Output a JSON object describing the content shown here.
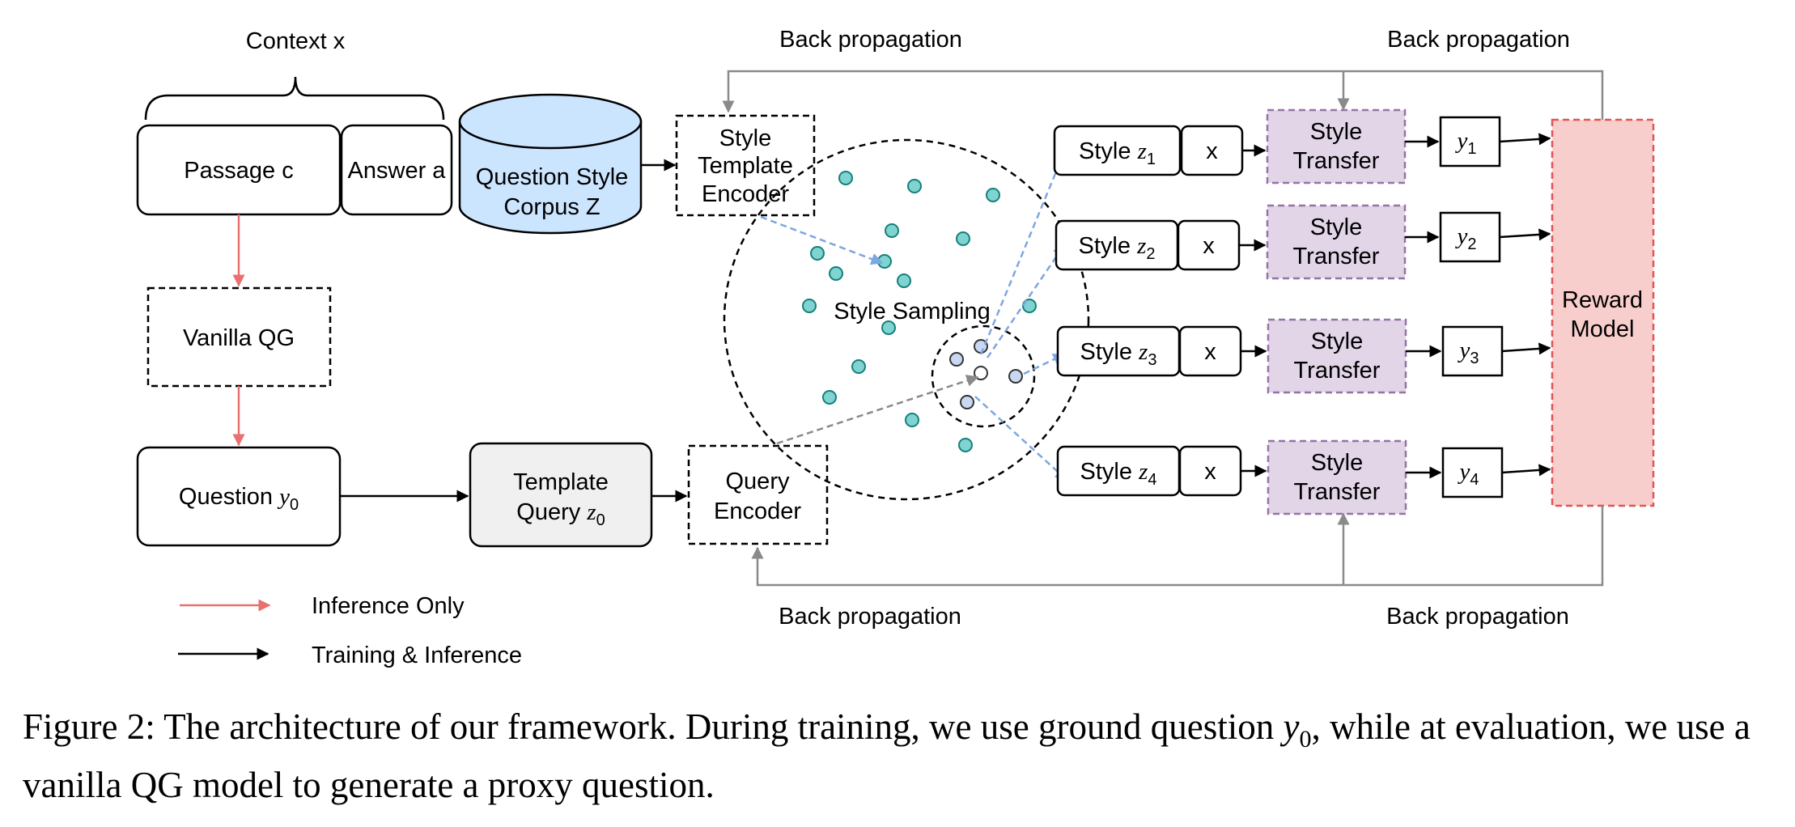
{
  "figure": {
    "context_label": "Context x",
    "passage": "Passage c",
    "answer": "Answer a",
    "corpus_line1": "Question Style",
    "corpus_line2": "Corpus Z",
    "vanilla_qg": "Vanilla QG",
    "question_label": "Question",
    "question_var": "y",
    "question_sub": "0",
    "template_query_line1": "Template",
    "template_query_line2": "Query",
    "template_query_var": "z",
    "template_query_sub": "0",
    "query_encoder_line1": "Query",
    "query_encoder_line2": "Encoder",
    "style_encoder_line1": "Style",
    "style_encoder_line2": "Template",
    "style_encoder_line3": "Encoder",
    "style_sampling": "Style Sampling",
    "backprop_label": "Back propagation",
    "reward_line1": "Reward",
    "reward_line2": "Model",
    "branches": [
      {
        "style_word": "Style",
        "z_var": "z",
        "z_sub": "1",
        "x": "x",
        "transfer1": "Style",
        "transfer2": "Transfer",
        "y_var": "y",
        "y_sub": "1"
      },
      {
        "style_word": "Style",
        "z_var": "z",
        "z_sub": "2",
        "x": "x",
        "transfer1": "Style",
        "transfer2": "Transfer",
        "y_var": "y",
        "y_sub": "2"
      },
      {
        "style_word": "Style",
        "z_var": "z",
        "z_sub": "3",
        "x": "x",
        "transfer1": "Style",
        "transfer2": "Transfer",
        "y_var": "y",
        "y_sub": "3"
      },
      {
        "style_word": "Style",
        "z_var": "z",
        "z_sub": "4",
        "x": "x",
        "transfer1": "Style",
        "transfer2": "Transfer",
        "y_var": "y",
        "y_sub": "4"
      }
    ],
    "legend": [
      {
        "label": "Inference Only",
        "color": "#e8706e"
      },
      {
        "label": "Training & Inference",
        "color": "#000000"
      }
    ],
    "colors": {
      "corpus_fill": "#cce5ff",
      "style_transfer_fill": "#e1d5e7",
      "style_transfer_border": "#9673a6",
      "reward_fill": "#f8cecc",
      "reward_border": "#e05555",
      "template_fill": "#f0f0f0",
      "dot_fill": "#7fd3d1",
      "dot_stroke": "#15807a",
      "blue_arrow": "#7ea6e0",
      "backprop_gray": "#8a8a8a"
    }
  },
  "caption": {
    "prefix": "Figure 2: The architecture of our framework. During training, we use ground question ",
    "var": "y",
    "sub": "0",
    "suffix": ", while at evaluation, we use a vanilla QG model to generate a proxy question."
  }
}
